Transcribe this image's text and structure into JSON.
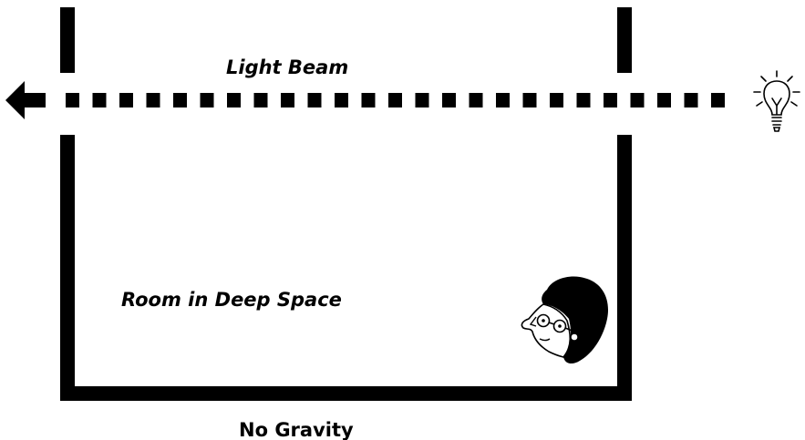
{
  "diagram": {
    "beam_label": "Light Beam",
    "room_label": "Room in Deep Space",
    "floor_label": "No Gravity",
    "icons": {
      "light_source": "lightbulb-icon",
      "observer": "person-face-icon",
      "beam_direction": "arrow-left-icon"
    },
    "colors": {
      "ink": "#000000",
      "background": "#ffffff"
    }
  }
}
